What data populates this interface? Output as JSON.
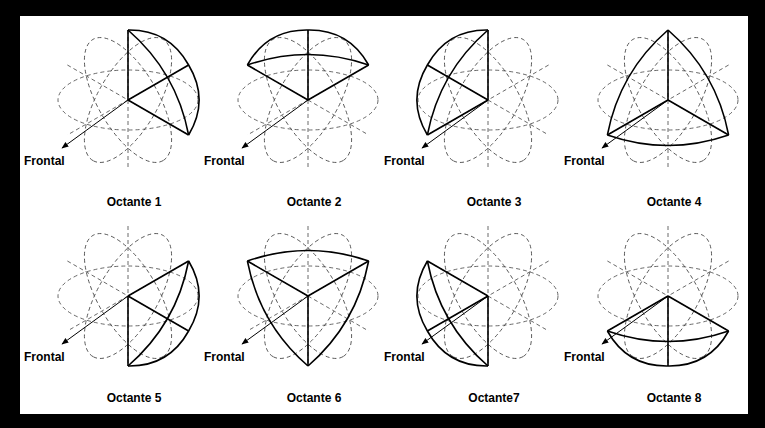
{
  "diagram": {
    "labels": [
      "Frontal",
      "Octante 1",
      "Frontal",
      "Octante 2",
      "Frontal",
      "Octante 3",
      "Frontal",
      "Octante 4",
      "Frontal",
      "Octante 5",
      "Frontal",
      "Octante 6",
      "Frontal",
      "Octante7",
      "Frontal",
      "Octante 8"
    ]
  }
}
